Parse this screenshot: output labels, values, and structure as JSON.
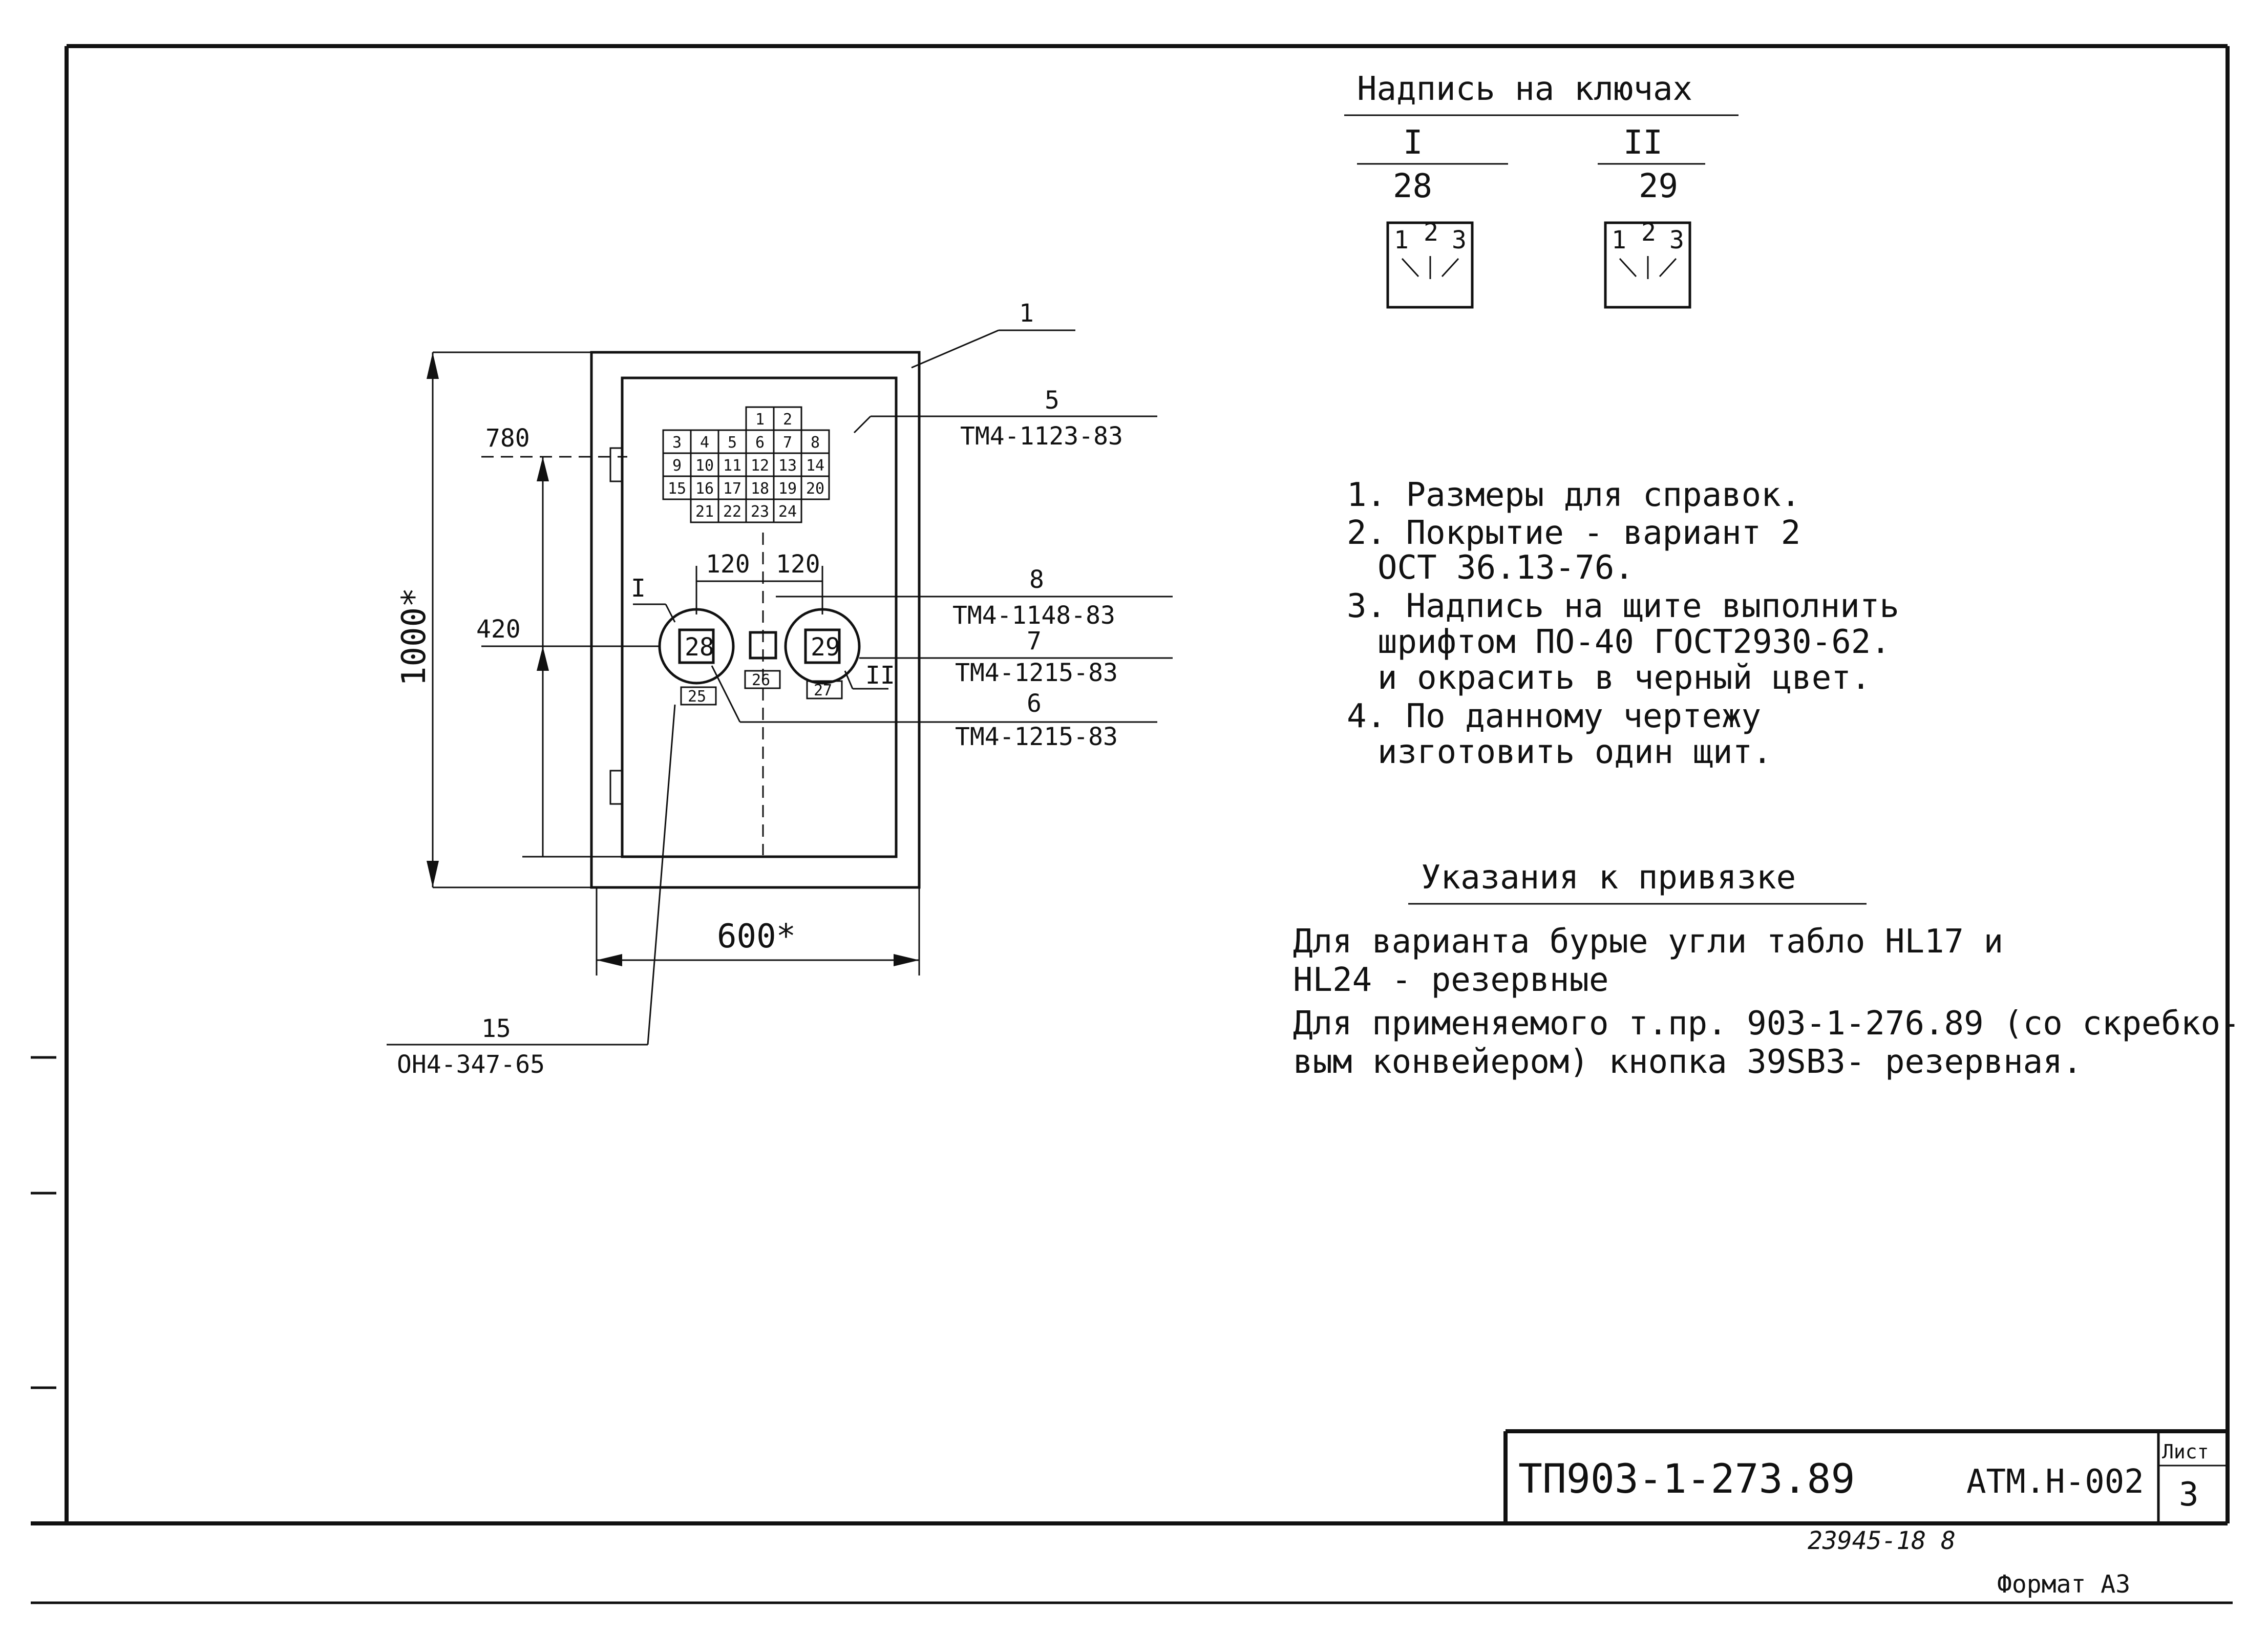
{
  "key_inscriptions": {
    "title": "Надпись на ключах",
    "keys": [
      {
        "roman": "I",
        "number": "28",
        "positions": [
          "1",
          "2",
          "3"
        ]
      },
      {
        "roman": "II",
        "number": "29",
        "positions": [
          "1",
          "2",
          "3"
        ]
      }
    ]
  },
  "panel": {
    "lamp_rows": [
      [
        "1",
        "2"
      ],
      [
        "3",
        "4",
        "5",
        "6",
        "7",
        "8"
      ],
      [
        "9",
        "10",
        "11",
        "12",
        "13",
        "14"
      ],
      [
        "15",
        "16",
        "17",
        "18",
        "19",
        "20"
      ],
      [
        "21",
        "22",
        "23",
        "24"
      ]
    ],
    "switch_left": "28",
    "switch_right": "29",
    "tag_left": "25",
    "tag_center": "26",
    "tag_right": "27",
    "roman_left": "I",
    "roman_right": "II",
    "dims": {
      "height": "1000*",
      "width": "600*",
      "h780": "780",
      "h420": "420",
      "s120a": "120",
      "s120b": "120"
    }
  },
  "callouts": [
    {
      "pos": "1",
      "spec": ""
    },
    {
      "pos": "5",
      "spec": "ТМ4-1123-83"
    },
    {
      "pos": "8",
      "spec": "ТМ4-1148-83"
    },
    {
      "pos": "7",
      "spec": "ТМ4-1215-83"
    },
    {
      "pos": "6",
      "spec": "ТМ4-1215-83"
    },
    {
      "pos": "15",
      "spec": "ОН4-347-65"
    }
  ],
  "notes": [
    "1. Размеры для справок.",
    "2. Покрытие - вариант 2",
    "ОСТ 36.13-76.",
    "3. Надпись на щите выполнить",
    "шрифтом ПО-40 ГОСТ2930-62.",
    "и окрасить в черный цвет.",
    "4. По данному чертежу",
    "изготовить один щит."
  ],
  "binding": {
    "title": "Указания к привязке",
    "lines": [
      "Для варианта бурые угли табло HL17 и",
      "HL24 - резервные",
      "Для применяемого т.пр. 903-1-276.89 (со скребко-",
      "вым конвейером) кнопка 39SB3- резервная."
    ]
  },
  "title_block": {
    "code": "ТП903-1-273.89",
    "doc": "АТМ.Н-002",
    "sheet_label": "Лист",
    "sheet_no": "3"
  },
  "inventory": "23945-18 8",
  "format": "Формат А3"
}
